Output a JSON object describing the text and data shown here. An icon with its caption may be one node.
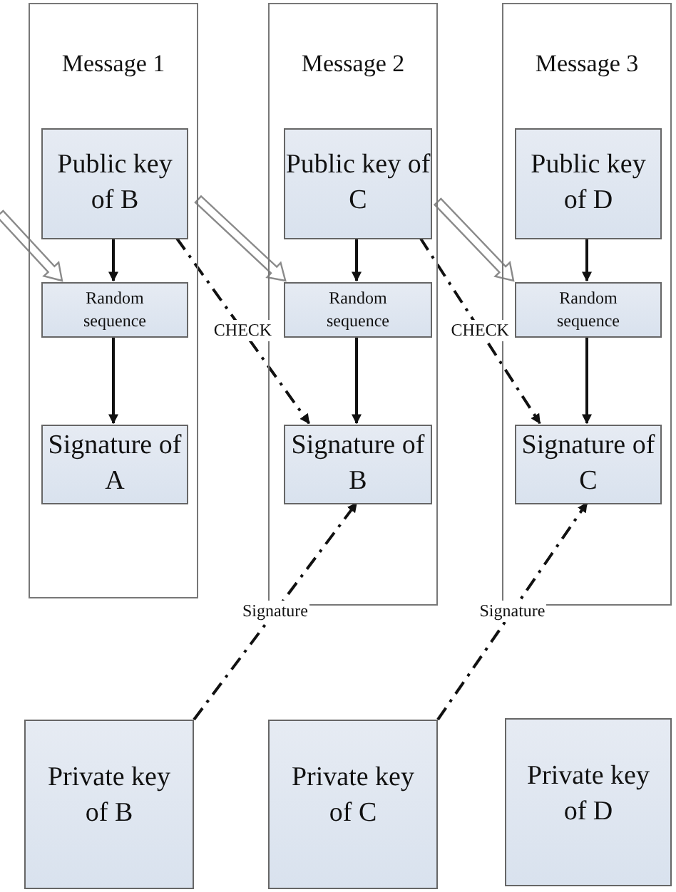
{
  "diagram": {
    "nodes": [
      {
        "text": [
          "Message 1"
        ]
      },
      {
        "text": [
          "Public key of B"
        ],
        "in": 0
      },
      {
        "text": [
          "Random sequence"
        ],
        "in": 0
      },
      {
        "text": [
          "Signature of A"
        ],
        "in": 0
      },
      {
        "text": [
          "Message 2"
        ]
      },
      {
        "text": [
          "Public key of C"
        ],
        "in": 4
      },
      {
        "text": [
          "Random sequence"
        ],
        "in": 4
      },
      {
        "text": [
          "Signature of B"
        ],
        "in": 4
      },
      {
        "text": [
          "Message 3"
        ]
      },
      {
        "text": [
          "Public key of D"
        ],
        "in": 8
      },
      {
        "text": [
          "Random sequence"
        ],
        "in": 8
      },
      {
        "text": [
          "Signature of C"
        ],
        "in": 8
      },
      {
        "text": [
          "Private key of B"
        ]
      },
      {
        "text": [
          "Private key of C"
        ]
      },
      {
        "text": [
          "Private key of D"
        ]
      }
    ],
    "edges": [
      {
        "from": 1,
        "to": 2,
        "arrow": "to"
      },
      {
        "from": 2,
        "to": 3,
        "arrow": "to"
      },
      {
        "from": 5,
        "to": 6,
        "arrow": "to"
      },
      {
        "from": 6,
        "to": 7,
        "arrow": "to"
      },
      {
        "from": 9,
        "to": 10,
        "arrow": "to"
      },
      {
        "from": 10,
        "to": 11,
        "arrow": "to"
      },
      {
        "from": null,
        "to": 2,
        "arrow": "to",
        "style": "thick"
      },
      {
        "from": 0,
        "to": 6,
        "arrow": "to",
        "style": "thick"
      },
      {
        "from": 4,
        "to": 10,
        "arrow": "to",
        "style": "thick"
      },
      {
        "from": 1,
        "to": 7,
        "arrow": "to",
        "label": "CHECK",
        "style": "dashed"
      },
      {
        "from": 5,
        "to": 11,
        "arrow": "to",
        "label": "CHECK",
        "style": "dashed"
      },
      {
        "from": 12,
        "to": 7,
        "arrow": "to",
        "label": "Signature",
        "style": "dashed"
      },
      {
        "from": 13,
        "to": 11,
        "arrow": "to",
        "label": "Signature",
        "style": "dashed"
      }
    ]
  }
}
